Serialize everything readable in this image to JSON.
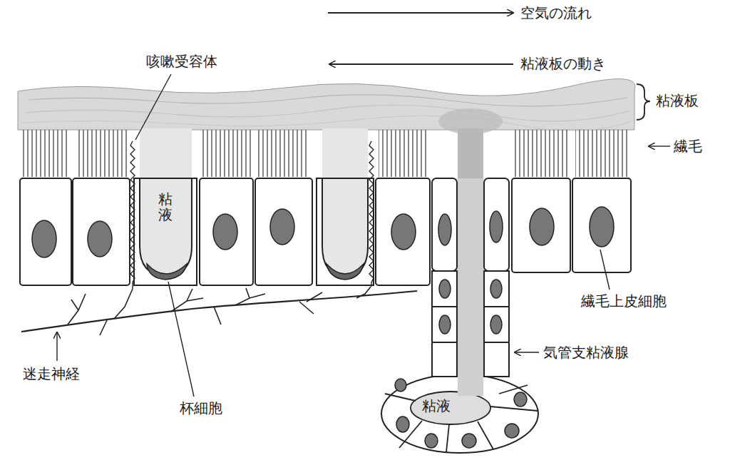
{
  "diagram": {
    "labels": [
      "空気の流れ",
      "咳嗽受容体",
      "粘液板の動き",
      "粘液板",
      "繊毛",
      "粘液",
      "迷走神経",
      "杯細胞",
      "粘液",
      "繊毛上皮細胞",
      "気管支粘液腺"
    ]
  }
}
